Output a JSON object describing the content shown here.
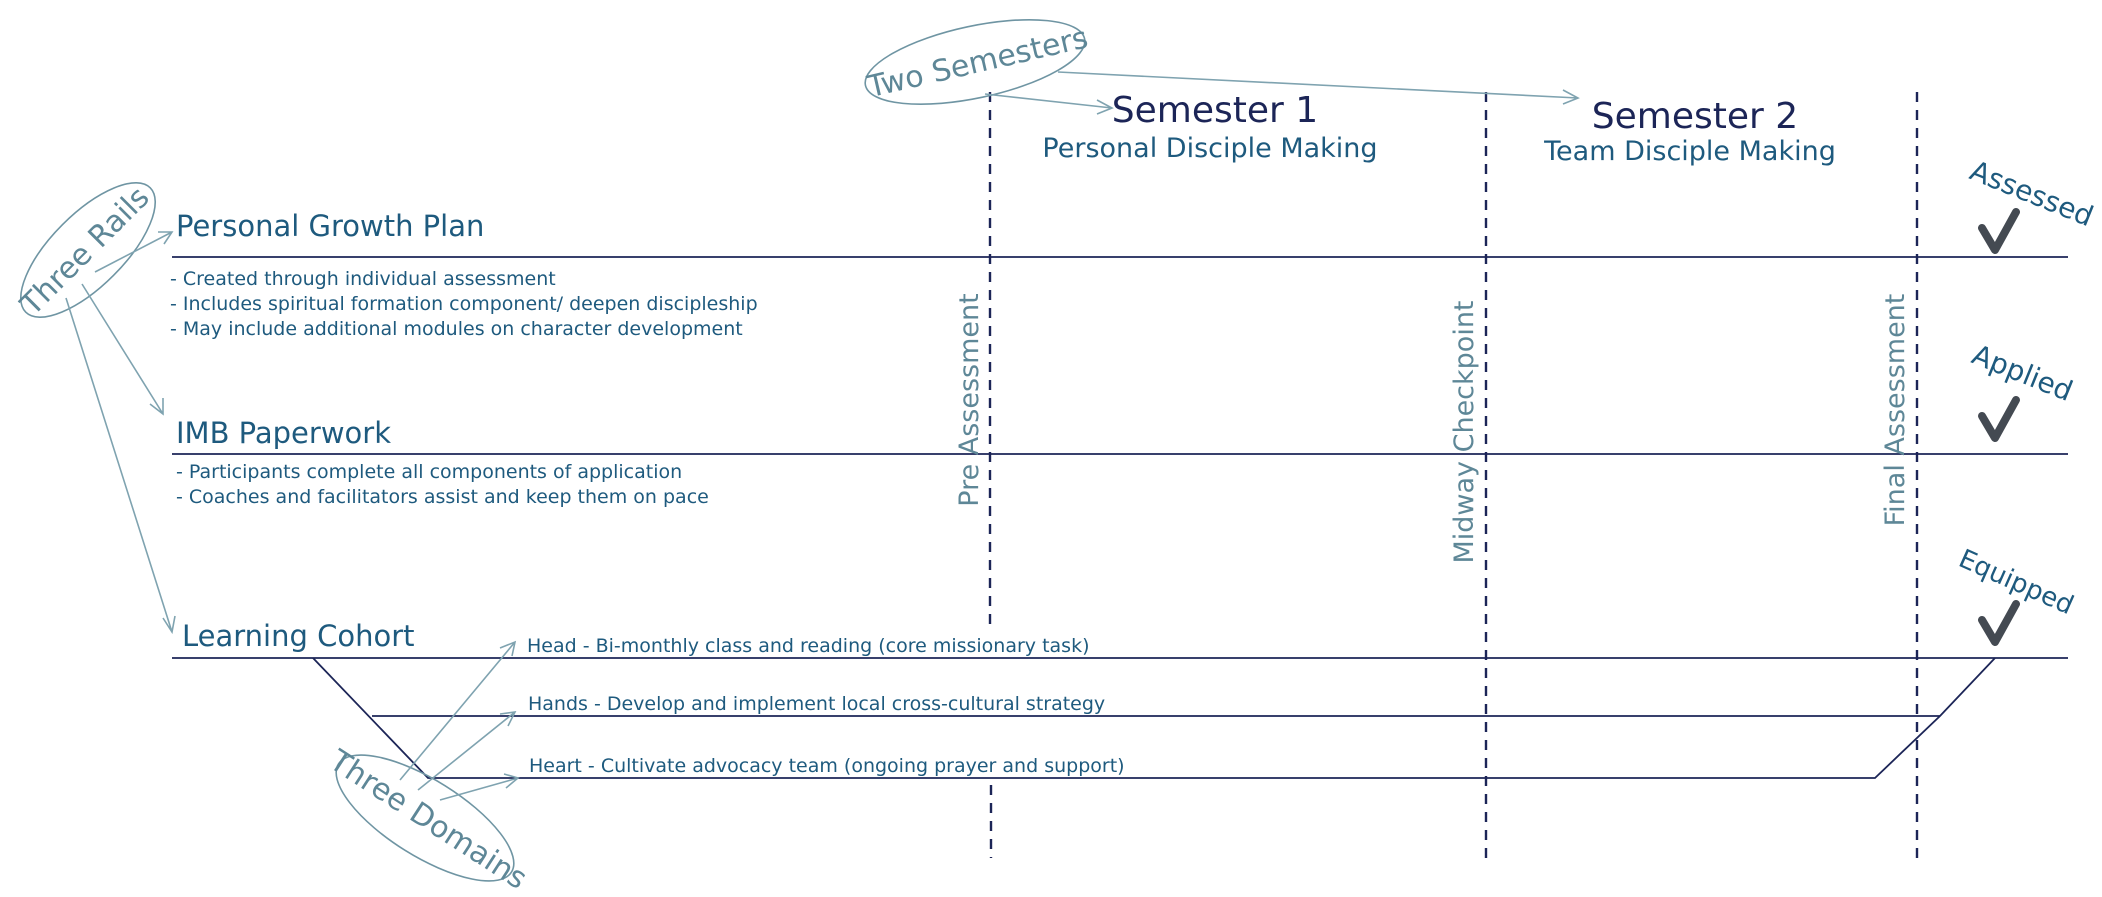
{
  "callouts": {
    "three_rails": "Three Rails",
    "two_semesters": "Two Semesters",
    "three_domains": "Three Domains"
  },
  "semesters": [
    {
      "title": "Semester 1",
      "subtitle": "Personal Disciple Making"
    },
    {
      "title": "Semester 2",
      "subtitle": "Team Disciple Making"
    }
  ],
  "checkpoints": [
    "Pre Assessment",
    "Midway Checkpoint",
    "Final Assessment"
  ],
  "rails": [
    {
      "title": "Personal Growth Plan",
      "status": "Assessed",
      "bullets": [
        "- Created through individual assessment",
        "- Includes spiritual formation component/ deepen discipleship",
        "- May include additional modules on character development"
      ]
    },
    {
      "title": "IMB Paperwork",
      "status": "Applied",
      "bullets": [
        "- Participants complete all components of application",
        "- Coaches and facilitators assist and keep them on pace"
      ]
    },
    {
      "title": "Learning Cohort",
      "status": "Equipped",
      "domains": [
        "Head - Bi-monthly class and reading (core missionary task)",
        "Hands - Develop and implement local cross-cultural strategy",
        "Heart - Cultivate advocacy team (ongoing prayer and support)"
      ]
    }
  ]
}
